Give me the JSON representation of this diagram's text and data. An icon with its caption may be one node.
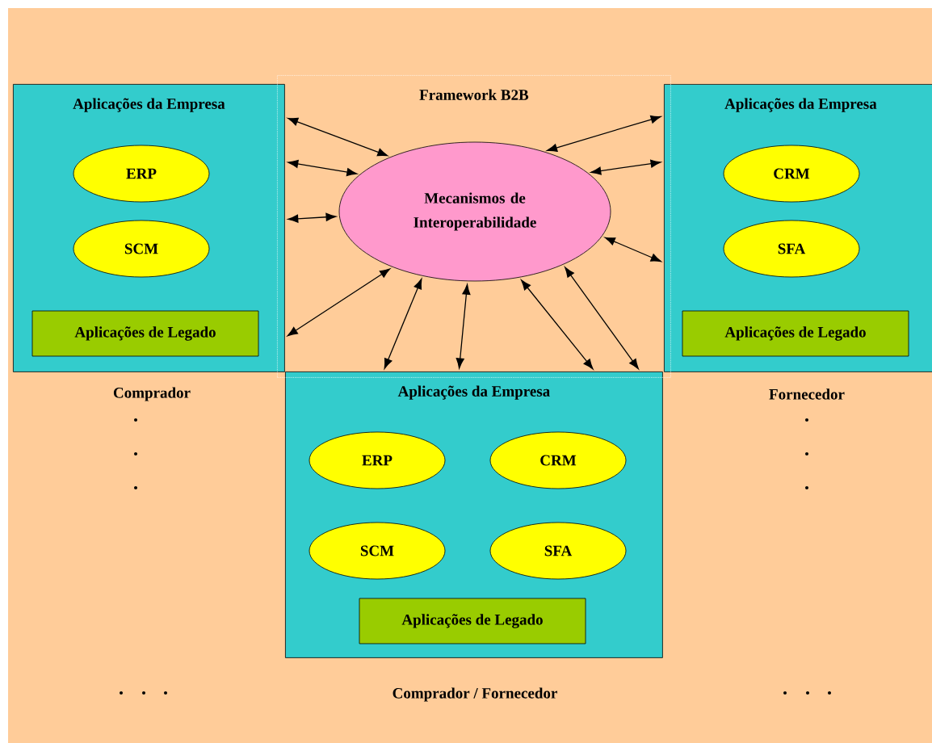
{
  "diagram": {
    "nodes": [
      {
        "text": [
          "Framework B2B"
        ]
      },
      {
        "text": [
          "Mecanismos de Interoperabilidade"
        ],
        "in": 0
      },
      {
        "text": [
          "Aplicações da Empresa"
        ],
        "beside": [
          "Comprador"
        ]
      },
      {
        "text": [
          "ERP"
        ],
        "in": 2
      },
      {
        "text": [
          "SCM"
        ],
        "in": 2
      },
      {
        "text": [
          "Aplicações de Legado"
        ],
        "in": 2
      },
      {
        "text": [
          "Aplicações da Empresa"
        ],
        "beside": [
          "Fornecedor"
        ]
      },
      {
        "text": [
          "CRM"
        ],
        "in": 6
      },
      {
        "text": [
          "SFA"
        ],
        "in": 6
      },
      {
        "text": [
          "Aplicações de Legado"
        ],
        "in": 6
      },
      {
        "text": [
          "Aplicações da Empresa"
        ],
        "beside": [
          "Comprador / Fornecedor"
        ]
      },
      {
        "text": [
          "ERP"
        ],
        "in": 10
      },
      {
        "text": [
          "CRM"
        ],
        "in": 10
      },
      {
        "text": [
          "SCM"
        ],
        "in": 10
      },
      {
        "text": [
          "SFA"
        ],
        "in": 10
      },
      {
        "text": [
          "Aplicações de Legado"
        ],
        "in": 10
      }
    ],
    "edges": [
      {
        "from": 1,
        "to": 2,
        "arrow": "both"
      },
      {
        "from": 1,
        "to": 2,
        "arrow": "both"
      },
      {
        "from": 1,
        "to": 2,
        "arrow": "both"
      },
      {
        "from": 1,
        "to": 2,
        "arrow": "both"
      },
      {
        "from": 1,
        "to": 6,
        "arrow": "both"
      },
      {
        "from": 1,
        "to": 6,
        "arrow": "both"
      },
      {
        "from": 1,
        "to": 6,
        "arrow": "both"
      },
      {
        "from": 1,
        "to": 10,
        "arrow": "both"
      },
      {
        "from": 1,
        "to": 10,
        "arrow": "both"
      },
      {
        "from": 1,
        "to": 10,
        "arrow": "both"
      },
      {
        "from": 1,
        "to": 10,
        "arrow": "both"
      }
    ]
  }
}
